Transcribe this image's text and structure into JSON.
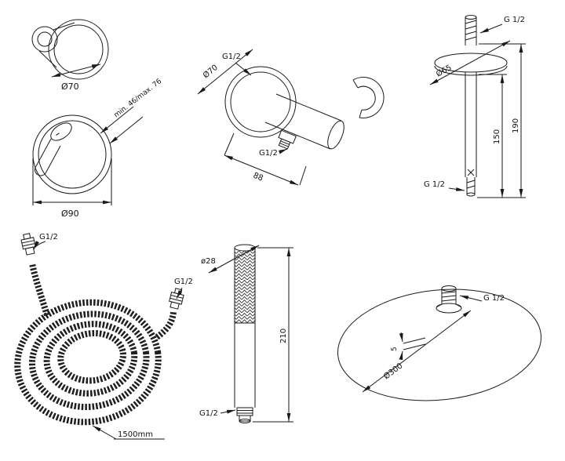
{
  "document": {
    "background": "#ffffff",
    "ink": "#1a1a1a"
  },
  "panels": {
    "mixer": {
      "dia_trim_small": "Ø70",
      "depth_range": "min. 46/max. 76",
      "dia_trim_large": "Ø90"
    },
    "wall_elbow": {
      "thread_wall": "G1/2",
      "dia_flange": "Ø70",
      "thread_outlet": "G1/2",
      "length": "88"
    },
    "ceiling_arm": {
      "thread_top": "G 1/2",
      "dia_flange": "Ø65",
      "len_pipe": "150",
      "len_total": "190",
      "thread_bottom": "G 1/2"
    },
    "hose": {
      "thread_end_a": "G1/2",
      "thread_end_b": "G1/2",
      "length": "1500mm"
    },
    "hand_shower": {
      "dia_body": "ø28",
      "length": "210",
      "thread": "G1/2"
    },
    "head": {
      "thread": "G 1/2",
      "thickness": "5",
      "diameter": "Ø300"
    }
  }
}
